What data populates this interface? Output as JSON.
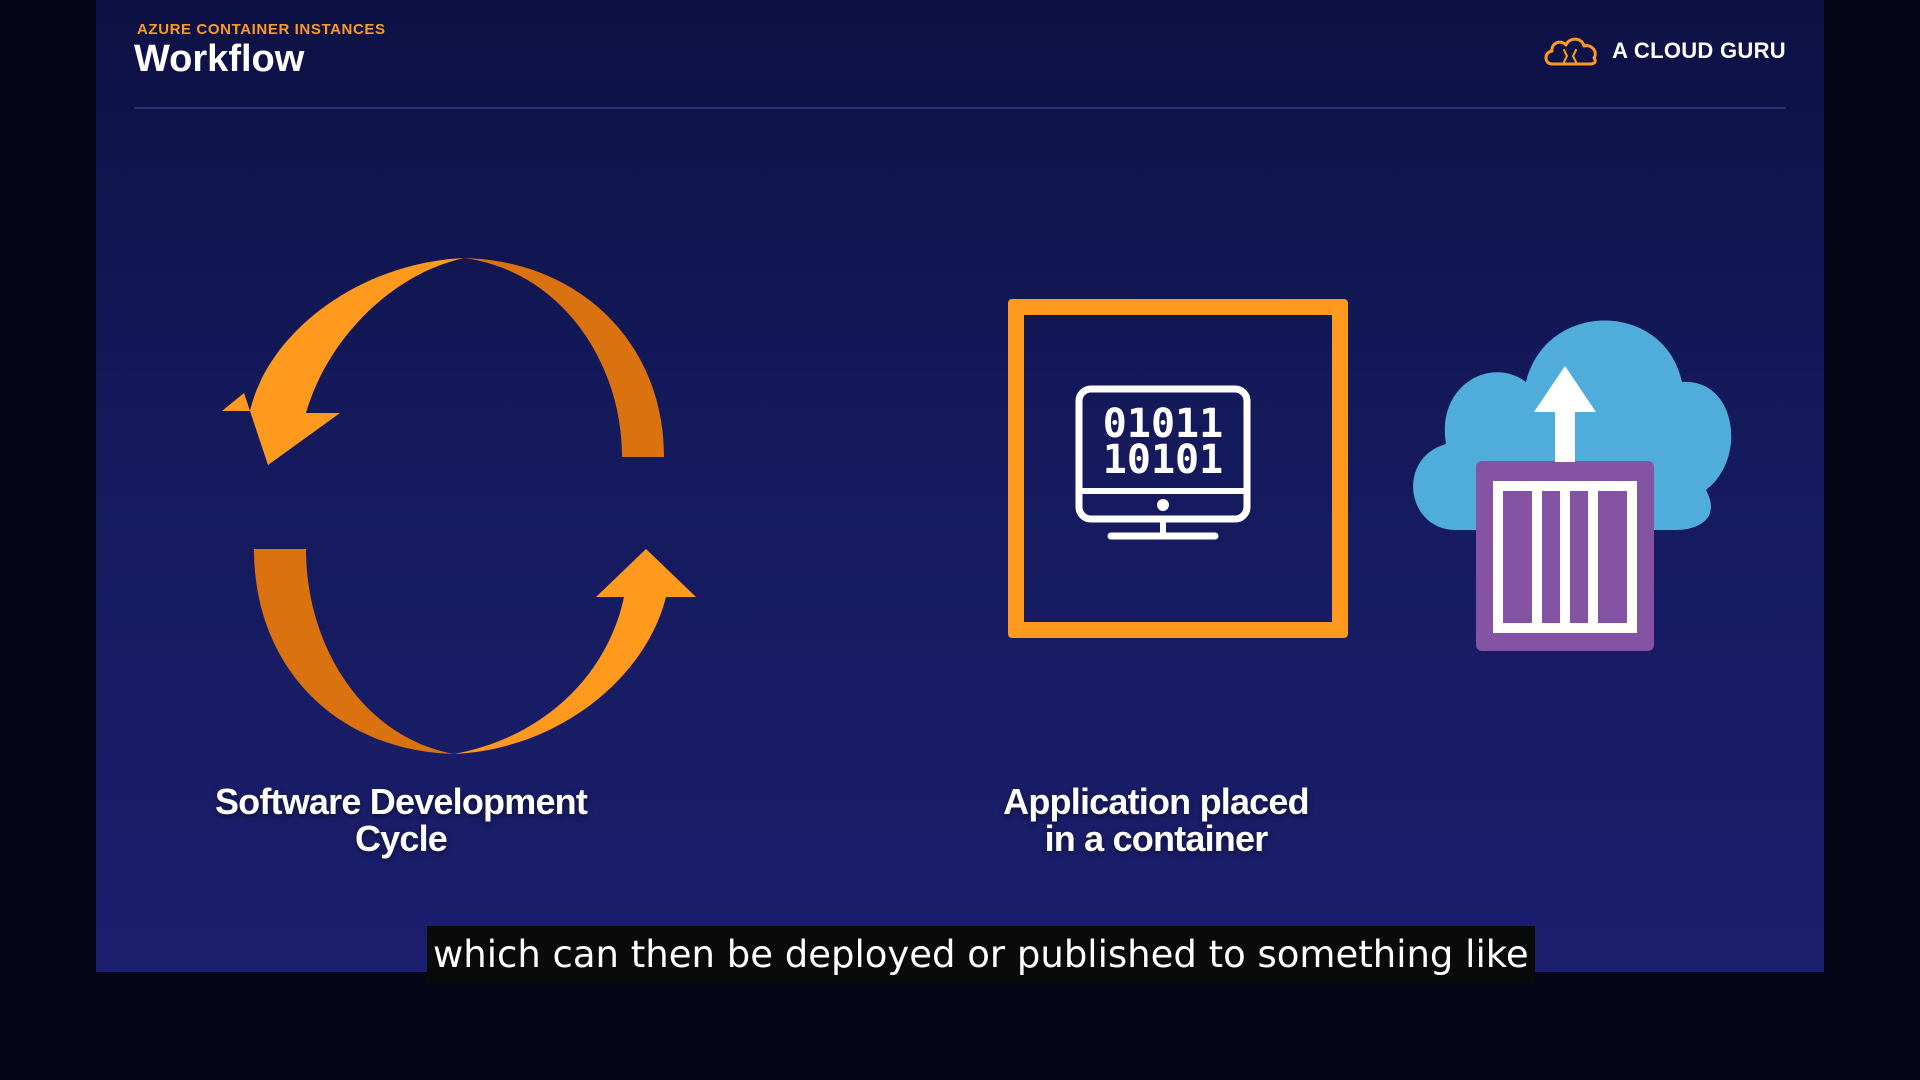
{
  "slide": {
    "eyebrow": "AZURE CONTAINER INSTANCES",
    "title": "Workflow",
    "brand": {
      "name": "A CLOUD GURU",
      "icon": "cloud-logo-icon",
      "color": "#ff9a1f"
    }
  },
  "steps": [
    {
      "label_line1": "Software Development",
      "label_line2": "Cycle",
      "icon": "refresh-cycle-icon"
    },
    {
      "label_line1": "Application placed",
      "label_line2": "in a container",
      "icon": "monitor-binary-icon",
      "code_line1": "01011",
      "code_line2": "10101"
    },
    {
      "icon": "cloud-upload-container-icon"
    }
  ],
  "caption": "which can then be deployed or published to something like",
  "colors": {
    "accent": "#ff9a1f",
    "accent_dark": "#d9720f",
    "cloud": "#4facdb",
    "container": "#8553a3",
    "background": "#141a5c"
  }
}
